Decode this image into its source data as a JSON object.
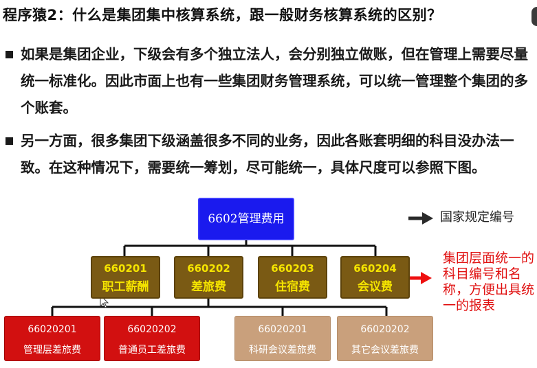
{
  "slide": {
    "title": "程序猿2：什么是集团集中核算系统，跟一般财务核算系统的区别？",
    "bullets": [
      "如果是集团企业，下级会有多个独立法人，会分别独立做账，但在管理上需要尽量统一标准化。因此市面上也有一些集团财务管理系统，可以统一管理整个集团的多个账套。",
      "另一方面，很多集团下级涵盖很多不同的业务，因此各账套明细的科目没办法一致。在这种情况下，需要统一筹划，尽可能统一，具体尺度可以参照下图。"
    ]
  },
  "tree": {
    "root": "6602管理费用",
    "mid": [
      {
        "code": "660201",
        "name": "职工薪酬"
      },
      {
        "code": "660202",
        "name": "差旅费"
      },
      {
        "code": "660203",
        "name": "住宿费"
      },
      {
        "code": "660204",
        "name": "会议费"
      }
    ],
    "leaves": [
      {
        "code": "66020201",
        "name": "管理层差旅费"
      },
      {
        "code": "66020202",
        "name": "普通员工差旅费"
      },
      {
        "code": "66020201",
        "name": "科研会议差旅费"
      },
      {
        "code": "66020202",
        "name": "其它会议差旅费"
      }
    ]
  },
  "legend": {
    "national": "国家规定编号",
    "group_note": "集团层面统一的科目编号和名称，方便出具统一的报表"
  },
  "colors": {
    "root": "#1a1aee",
    "mid": "#7a5a14",
    "mid_text": "#f5e400",
    "leaf_red": "#d21010",
    "leaf_tan": "#c9a07c",
    "note": "#e01010"
  },
  "icons": [
    "arrow-right-icon",
    "arrow-right-red-icon",
    "cursor-icon"
  ]
}
